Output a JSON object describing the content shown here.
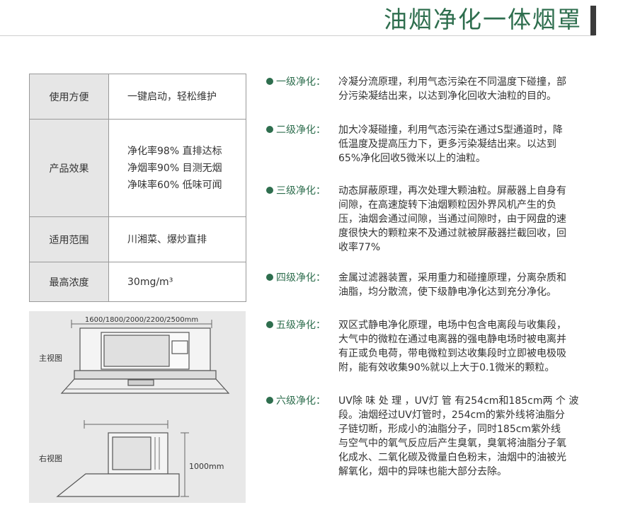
{
  "header": {
    "title": "油烟净化一体烟罩"
  },
  "spec_table": {
    "rows": [
      {
        "label": "使用方便",
        "values": [
          "一键启动，轻松维护"
        ]
      },
      {
        "label": "产品效果",
        "values": [
          "净化率98% 直排达标",
          "净烟率90% 目测无烟",
          "净味率60% 低味可闻"
        ]
      },
      {
        "label": "适用范围",
        "values": [
          "川湘菜、爆炒直排"
        ]
      },
      {
        "label": "最高浓度",
        "values": [
          "30mg/m³"
        ]
      }
    ]
  },
  "drawing": {
    "width_label": "1600/1800/2000/2200/2500mm",
    "front_view_label": "主视图",
    "side_view_label": "右视图",
    "height_label": "1000mm"
  },
  "stages": [
    {
      "name": "一级净化：",
      "lines": [
        "冷凝分流原理，利用气态污染在不同温度下碰撞，部",
        "分污染凝结出来，以达到净化回收大油粒的目的。"
      ]
    },
    {
      "name": "二级净化：",
      "lines": [
        "加大冷凝碰撞，利用气态污染在通过S型通道时，降",
        "低温度及提高压力下，更多污染凝结出来。以达到",
        "65%净化回收5微米以上的油粒。"
      ]
    },
    {
      "name": "三级净化：",
      "lines": [
        "动态屏蔽原理，再次处理大颗油粒。屏蔽器上自身有",
        "间隙，在高速旋转下油烟颗粒因外界风机产生的负",
        "压，油烟会通过间隙，当通过间隙时，由于网盘的速",
        "度很快大的颗粒来不及通过就被屏蔽器拦截回收，回",
        "收率77%"
      ]
    },
    {
      "name": "四级净化：",
      "lines": [
        "金属过滤器装置，采用重力和碰撞原理，分离杂质和",
        "油脂，均分散流，使下级静电净化达到充分净化。"
      ]
    },
    {
      "name": "五级净化：",
      "lines": [
        "双区式静电净化原理，电场中包含电离段与收集段，",
        "大气中的微粒在通过电离器的强电静电场时被电离并",
        "有正或负电荷，带电微粒到达收集段时立即被电极吸",
        "附，能有效收集90%就以上大于0.1微米的颗粒。"
      ]
    },
    {
      "name": "六级净化：",
      "lines": [
        "UV除 味 处 理 ，UV灯 管 有254cm和185cm两 个 波",
        "段。油烟经过UV灯管时，254cm的紫外线将油脂分",
        "子链切断，形成小的油脂分子，同时185cm紫外线",
        "与空气中的氧气反应后产生臭氧，臭氧将油脂分子氧",
        "化成水、二氧化碳及微量白色粉末，油烟中的油被光",
        "解氧化，烟中的异味也能大部分去除。"
      ]
    }
  ],
  "colors": {
    "accent": "#2e6e4e",
    "table_label_bg": "#e6e6e6",
    "drawing_bg": "#e8e8e8"
  }
}
